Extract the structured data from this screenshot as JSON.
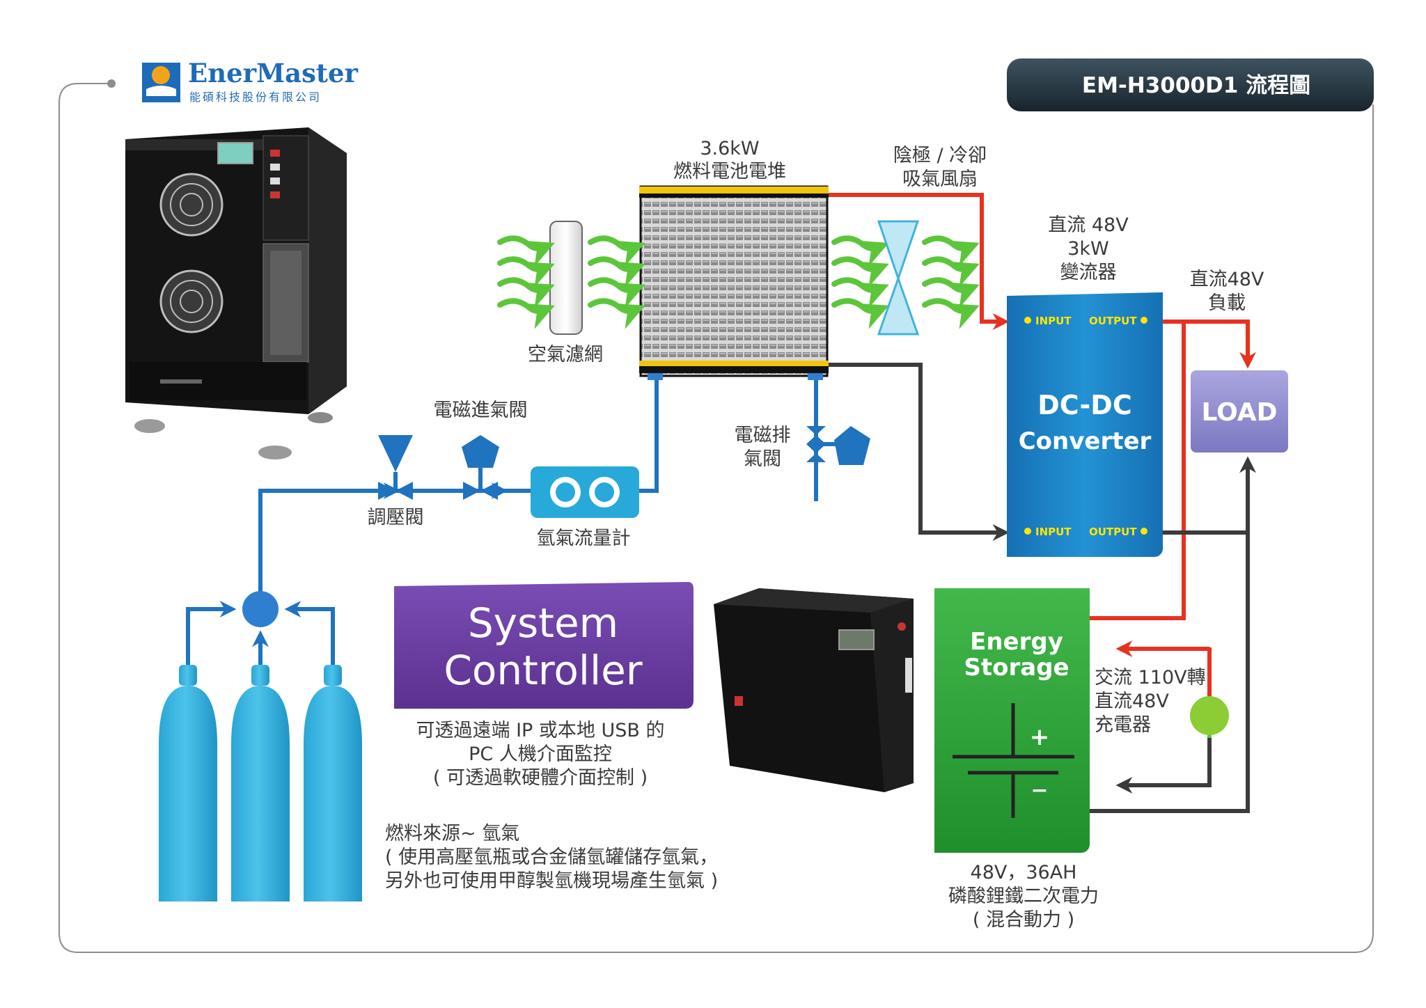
{
  "brand": {
    "name": "EnerMaster",
    "subtitle": "能碩科技股份有限公司"
  },
  "title_badge": "EM-H3000D1 流程圖",
  "labels": {
    "stack_power": "3.6kW",
    "stack_name": "燃料電池電堆",
    "fan_line1": "陰極 / 冷卻",
    "fan_line2": "吸氣風扇",
    "air_filter": "空氣濾網",
    "converter_spec1": "直流 48V",
    "converter_spec2": "3kW",
    "converter_spec3": "變流器",
    "load_label1": "直流48V",
    "load_label2": "負載",
    "solenoid_inlet": "電磁進氣閥",
    "solenoid_purge1": "電磁排",
    "solenoid_purge2": "氣閥",
    "pressure_regulator": "調壓閥",
    "flow_meter": "氫氣流量計",
    "controller_note1": "可透過遠端 IP 或本地 USB 的",
    "controller_note2": "PC 人機介面監控",
    "controller_note3": "( 可透過軟硬體介面控制 )",
    "fuel_note1": "燃料來源~ 氫氣",
    "fuel_note2": "( 使用高壓氫瓶或合金儲氫罐儲存氫氣，",
    "fuel_note3": "另外也可使用甲醇製氫機現場產生氫氣 )",
    "charger1": "交流 110V轉",
    "charger2": "直流48V",
    "charger3": "充電器",
    "battery1": "48V，36AH",
    "battery2": "磷酸鋰鐵二次電力",
    "battery3": "( 混合動力 )"
  },
  "blocks": {
    "dcdc_line1": "DC-DC",
    "dcdc_line2": "Converter",
    "port_input": "INPUT",
    "port_output": "OUTPUT",
    "load": "LOAD",
    "controller_line1": "System",
    "controller_line2": "Controller",
    "storage_line1": "Energy",
    "storage_line2": "Storage",
    "plus": "+",
    "minus": "−"
  },
  "colors": {
    "brand_blue": "#1e6cb8",
    "hydrogen_line": "#1f73bf",
    "power_line": "#e8311f",
    "signal_line": "#3b3b3b",
    "dcdc_block": "#1d7fc4",
    "load_block": "#8c88cf",
    "controller_block": "#6a3ea2",
    "storage_block": "#2e9d3a",
    "cylinder": "#33b3de",
    "title_bar": "#2a3a44"
  }
}
